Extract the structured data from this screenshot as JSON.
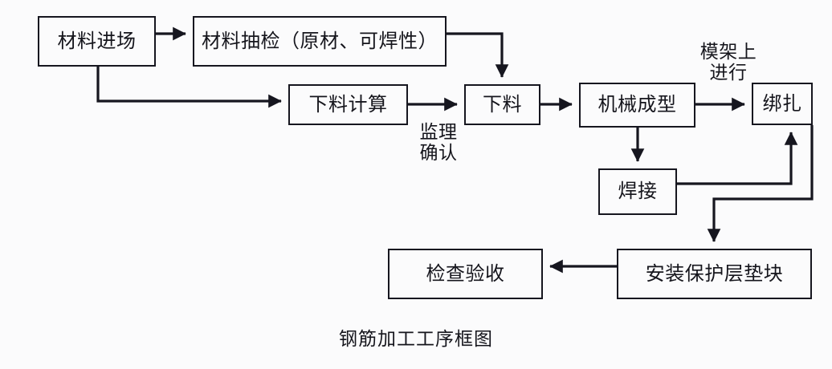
{
  "diagram": {
    "caption": "钢筋加工工序框图",
    "nodes": {
      "material_arrival": "材料进场",
      "material_sampling": "材料抽检（原材、可焊性）",
      "cut_calculation": "下料计算",
      "cutting": "下料",
      "mechanical_forming": "机械成型",
      "binding": "绑扎",
      "welding": "焊接",
      "inspection": "检查验收",
      "protective_pads": "安装保护层垫块"
    },
    "edge_labels": {
      "supervision_confirm": "监理\n确认",
      "on_formwork": "模架上\n进行"
    },
    "colors": {
      "stroke": "#16161f",
      "fill": "#fbfbfc",
      "text": "#15151c",
      "background": "#ffffff"
    }
  },
  "chart_data": {
    "type": "flowchart",
    "title": "钢筋加工工序框图",
    "nodes": [
      {
        "id": "material_arrival",
        "label": "材料进场"
      },
      {
        "id": "material_sampling",
        "label": "材料抽检（原材、可焊性）"
      },
      {
        "id": "cut_calculation",
        "label": "下料计算"
      },
      {
        "id": "cutting",
        "label": "下料"
      },
      {
        "id": "mechanical_forming",
        "label": "机械成型"
      },
      {
        "id": "binding",
        "label": "绑扎"
      },
      {
        "id": "welding",
        "label": "焊接"
      },
      {
        "id": "protective_pads",
        "label": "安装保护层垫块"
      },
      {
        "id": "inspection",
        "label": "检查验收"
      }
    ],
    "edges": [
      {
        "from": "material_arrival",
        "to": "material_sampling",
        "label": ""
      },
      {
        "from": "material_arrival",
        "to": "cut_calculation",
        "label": ""
      },
      {
        "from": "material_sampling",
        "to": "cutting",
        "label": ""
      },
      {
        "from": "cut_calculation",
        "to": "cutting",
        "label": "监理确认"
      },
      {
        "from": "cutting",
        "to": "mechanical_forming",
        "label": ""
      },
      {
        "from": "mechanical_forming",
        "to": "binding",
        "label": "模架上进行"
      },
      {
        "from": "mechanical_forming",
        "to": "welding",
        "label": ""
      },
      {
        "from": "welding",
        "to": "binding",
        "label": ""
      },
      {
        "from": "binding",
        "to": "protective_pads",
        "label": ""
      },
      {
        "from": "protective_pads",
        "to": "inspection",
        "label": ""
      }
    ]
  }
}
